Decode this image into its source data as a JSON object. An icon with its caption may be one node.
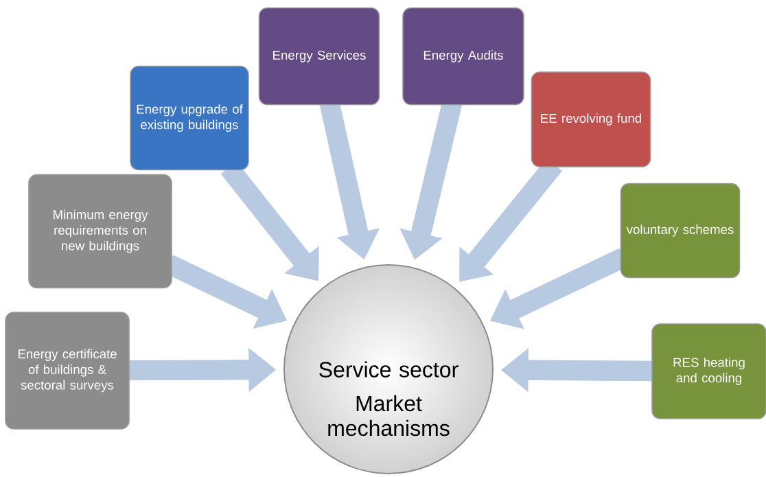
{
  "diagram": {
    "nodes": [
      {
        "text": [
          "Energy certificate of buildings & sectoral surveys"
        ]
      },
      {
        "text": [
          "Minimum energy requirements on new buildings"
        ]
      },
      {
        "text": [
          "Energy upgrade of existing buildings"
        ]
      },
      {
        "text": [
          "Energy Services"
        ]
      },
      {
        "text": [
          "Energy Audits"
        ]
      },
      {
        "text": [
          "EE revolving fund"
        ]
      },
      {
        "text": [
          "voluntary schemes"
        ]
      },
      {
        "text": [
          "RES heating and cooling"
        ]
      },
      {
        "text": [
          "Service sector",
          "Market mechanisms"
        ]
      }
    ],
    "edges": [
      {
        "from": 0,
        "to": 8,
        "arrow": "to"
      },
      {
        "from": 1,
        "to": 8,
        "arrow": "to"
      },
      {
        "from": 2,
        "to": 8,
        "arrow": "to"
      },
      {
        "from": 3,
        "to": 8,
        "arrow": "to"
      },
      {
        "from": 4,
        "to": 8,
        "arrow": "to"
      },
      {
        "from": 5,
        "to": 8,
        "arrow": "to"
      },
      {
        "from": 6,
        "to": 8,
        "arrow": "to"
      },
      {
        "from": 7,
        "to": 8,
        "arrow": "to"
      }
    ]
  }
}
